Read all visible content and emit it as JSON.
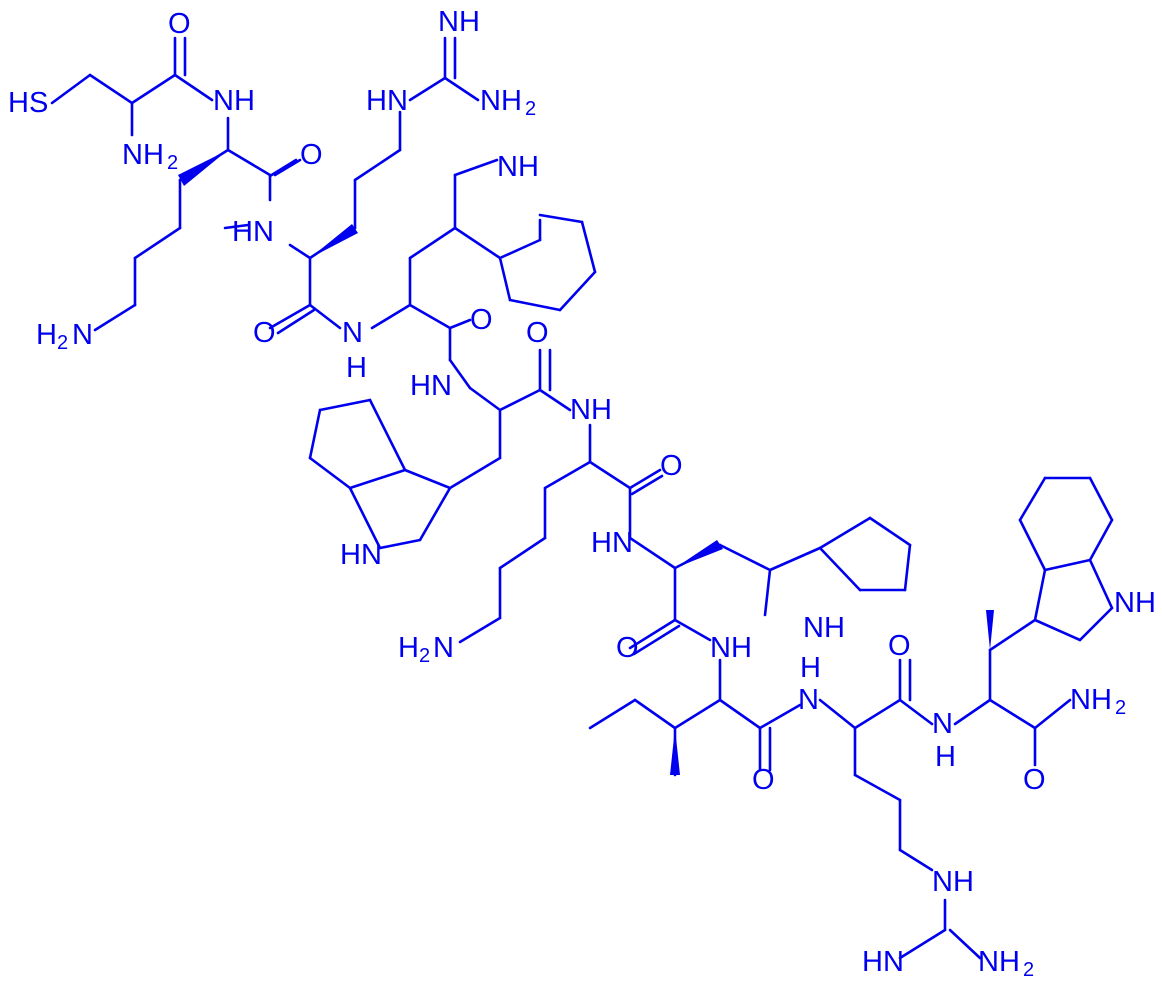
{
  "colors": {
    "bond": "#0000ee",
    "text": "#0000ee",
    "background": "#ffffff"
  },
  "labels": {
    "o": "O",
    "nh": "NH",
    "hn": "HN",
    "n": "N",
    "h": "H",
    "hs": "HS",
    "nh2": "NH",
    "h2n": "H",
    "n_suffix": "N",
    "sub2": "2",
    "amide_nh2": "NH",
    "guan_imine": "NH",
    "guan_imine_hn": "HN"
  }
}
